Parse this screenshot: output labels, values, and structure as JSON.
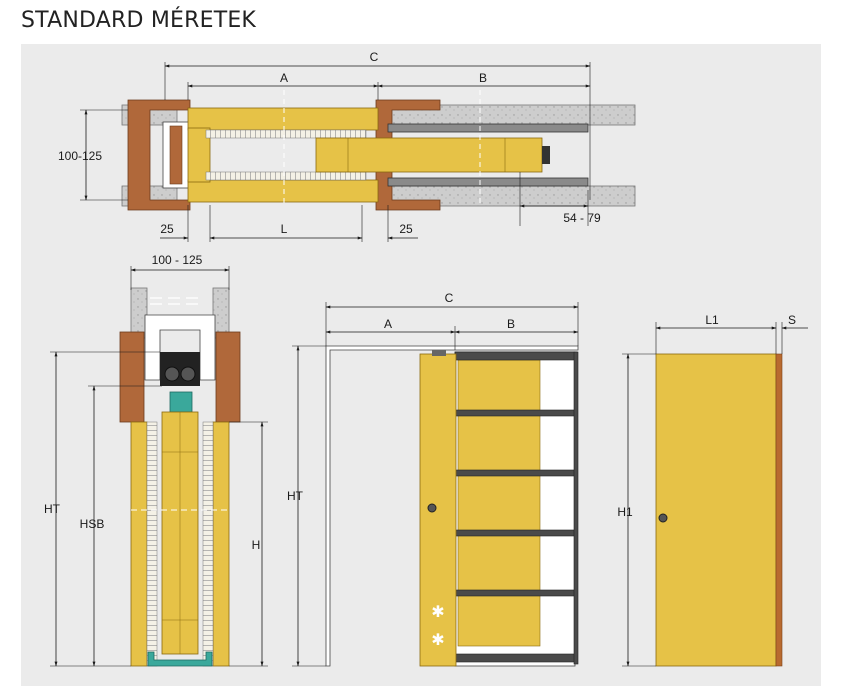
{
  "page": {
    "title": "STANDARD MÉRETEK"
  },
  "colors": {
    "background": "#ebebeb",
    "wood": "#e6c247",
    "wood_dark": "#c9a63a",
    "frame_brown": "#b0683a",
    "wall": "#c8c8c8",
    "metal": "#555555",
    "teal": "#3aa89b",
    "edge": "#b86a30"
  },
  "labels": {
    "top": {
      "c": "C",
      "a": "A",
      "b": "B",
      "thickness": "100-125",
      "left25": "25",
      "l": "L",
      "right25": "25",
      "range": "54 - 79"
    },
    "section": {
      "width": "100 - 125",
      "ht": "HT",
      "hsb": "HSB",
      "h": "H"
    },
    "front": {
      "c": "C",
      "a": "A",
      "b": "B",
      "ht": "HT"
    },
    "door": {
      "l1": "L1",
      "s": "S",
      "h1": "H1"
    }
  }
}
